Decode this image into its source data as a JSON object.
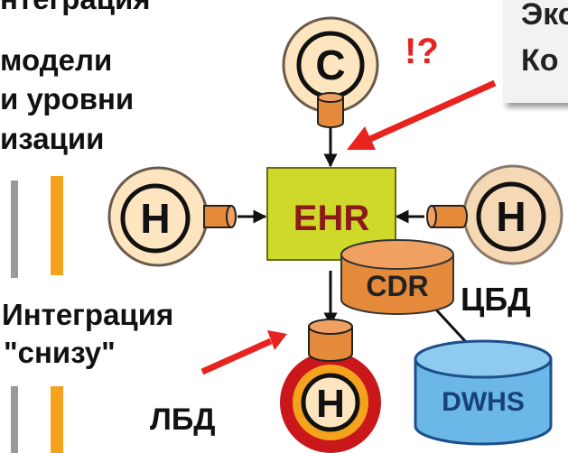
{
  "left_text": {
    "top_cut": "нтеграция",
    "line1": "модели",
    "line2": "и уровни",
    "line3": "изации",
    "heading2_line1": "Интеграция",
    "heading2_line2": "\"снизу\""
  },
  "callout": {
    "line1": "Экс",
    "line2": "Ко"
  },
  "mark": "!?",
  "nodes": {
    "top": "C",
    "left": "H",
    "right": "H",
    "bottom": "H",
    "center": "EHR",
    "cdr": "CDR",
    "dwhs": "DWHS"
  },
  "labels": {
    "cbd": "ЦБД",
    "lbd": "ЛБД"
  },
  "colors": {
    "orange": "#f5a31c",
    "red": "#e8231f",
    "ehr_fill": "#cfd92a",
    "ehr_text": "#8b1a1a",
    "node_fill": "#fde6bf",
    "node_bottom_ring": "#c9171b",
    "dwhs_fill": "#6ab7e8",
    "dwhs_text": "#18407a",
    "cylinder_fill": "#e58a3a",
    "right_node_fill": "#f5d8b4"
  }
}
